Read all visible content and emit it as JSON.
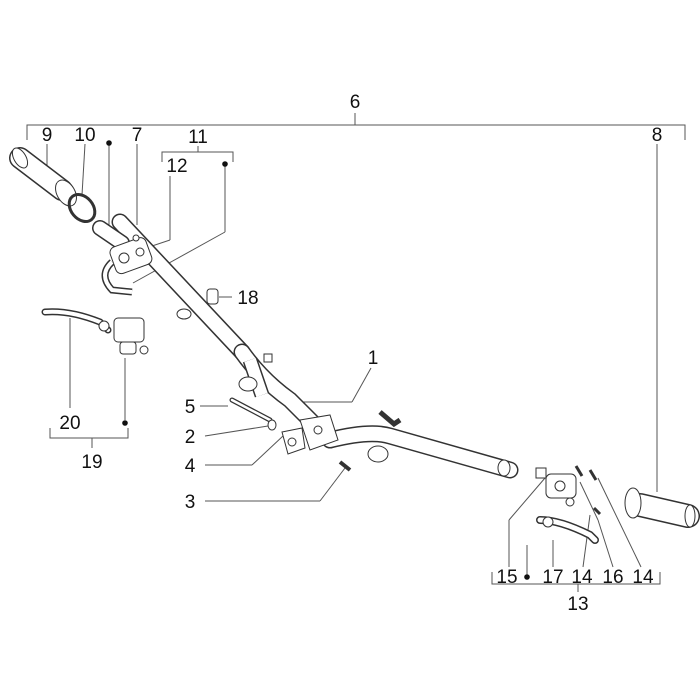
{
  "diagram": {
    "labels": [
      {
        "id": "l6",
        "text": "6"
      },
      {
        "id": "l9",
        "text": "9"
      },
      {
        "id": "l10",
        "text": "10"
      },
      {
        "id": "l7",
        "text": "7"
      },
      {
        "id": "l11",
        "text": "11"
      },
      {
        "id": "l12",
        "text": "12"
      },
      {
        "id": "l8",
        "text": "8"
      },
      {
        "id": "l18",
        "text": "18"
      },
      {
        "id": "l1",
        "text": "1"
      },
      {
        "id": "l5",
        "text": "5"
      },
      {
        "id": "l2",
        "text": "2"
      },
      {
        "id": "l4",
        "text": "4"
      },
      {
        "id": "l3",
        "text": "3"
      },
      {
        "id": "l20",
        "text": "20"
      },
      {
        "id": "l19",
        "text": "19"
      },
      {
        "id": "l15",
        "text": "15"
      },
      {
        "id": "l17",
        "text": "17"
      },
      {
        "id": "l14a",
        "text": "14"
      },
      {
        "id": "l16",
        "text": "16"
      },
      {
        "id": "l14b",
        "text": "14"
      },
      {
        "id": "l13",
        "text": "13"
      }
    ]
  }
}
